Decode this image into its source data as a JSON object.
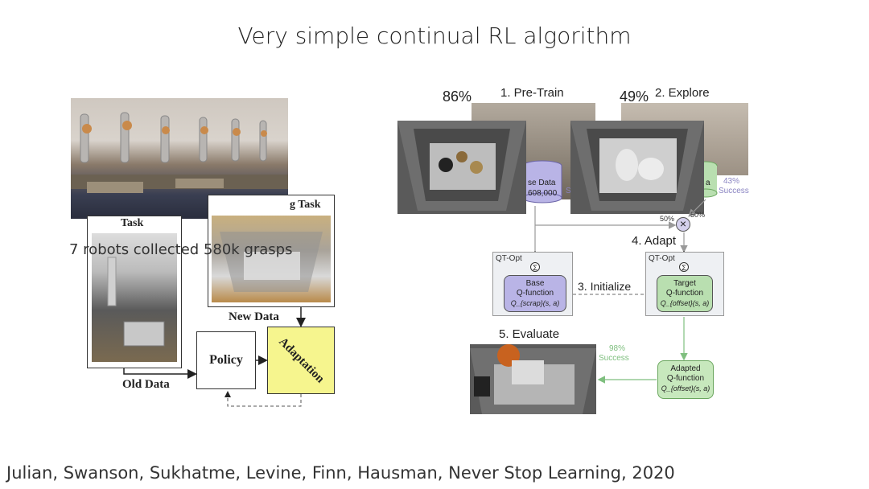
{
  "slide": {
    "title": "Very simple continual RL algorithm",
    "citation": "Julian, Swanson, Sukhatme, Levine, Finn, Hausman, Never Stop Learning, 2020"
  },
  "left_diagram": {
    "robots_caption": "7 robots collected 580k grasps",
    "task_label_left": "Task",
    "task_label_right": "g Task",
    "new_data": "New Data",
    "old_data": "Old Data",
    "policy": "Policy",
    "adaptation": "Adaptation",
    "colors": {
      "adaptation_fill": "#f6f58e"
    }
  },
  "right_diagram": {
    "pretrain_pct": "86%",
    "pretrain_label": "1. Pre-Train",
    "explore_pct": "49%",
    "explore_label": "2. Explore",
    "base_data_line1": "se Data",
    "base_data_line2": "608,000",
    "base_data_suffix": "S",
    "target_data_letter": "a",
    "explore_success_pct": "43%",
    "explore_success_word": "Success",
    "mix_left": "50%",
    "mix_right": "50%",
    "adapt_label": "4. Adapt",
    "qtopt_left": "QT-Opt",
    "qtopt_right": "QT-Opt",
    "base_q_line1": "Base",
    "base_q_line2": "Q-function",
    "base_q_formula": "Q_{scrap}(s, a)",
    "initialize_label": "3. Initialize",
    "target_q_line1": "Target",
    "target_q_line2": "Q-function",
    "target_q_formula": "Q_{offset}(s, a)",
    "evaluate_label": "5. Evaluate",
    "eval_success_pct": "98%",
    "eval_success_word": "Success",
    "adapted_q_line1": "Adapted",
    "adapted_q_line2": "Q-function",
    "adapted_q_formula": "Q_{offset}(s, a)",
    "colors": {
      "base_purple": "#b9b4e6",
      "target_green": "#b9dfb0",
      "adapted_green": "#c7e8bd",
      "arrow_gray": "#999999",
      "green_text": "#7fbf7f"
    }
  }
}
